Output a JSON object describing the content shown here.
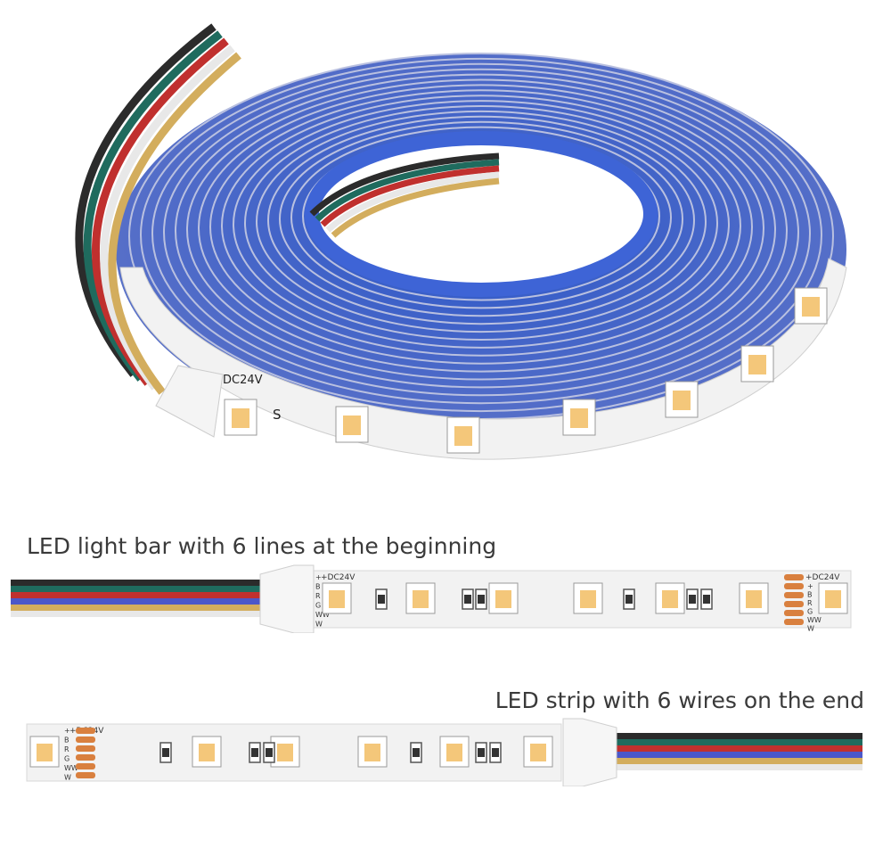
{
  "captions": {
    "start": "LED light bar with 6 lines at the beginning",
    "end": "LED strip with 6 wires on the end"
  },
  "markings": {
    "voltage": "+DC24V",
    "pads": [
      "+",
      "B",
      "R",
      "G",
      "WW",
      "W"
    ],
    "reel_label": "DC24V",
    "reel_series": "S"
  },
  "colors": {
    "strip_white": "#f2f2f2",
    "reel_blue": "#3f63c6",
    "reel_light": "#a7b0d8",
    "wire_black": "#2b2b2b",
    "wire_green": "#1f6b5e",
    "wire_red": "#c0302e",
    "wire_blue": "#4b57c9",
    "wire_yellow": "#d3ad5d",
    "wire_white": "#e8e8e8",
    "copper": "#d9803f",
    "led_warm": "#f4c77a"
  },
  "icons": [
    "led-chip-icon",
    "resistor-icon",
    "copper-pad-icon",
    "wire-bundle-icon"
  ]
}
